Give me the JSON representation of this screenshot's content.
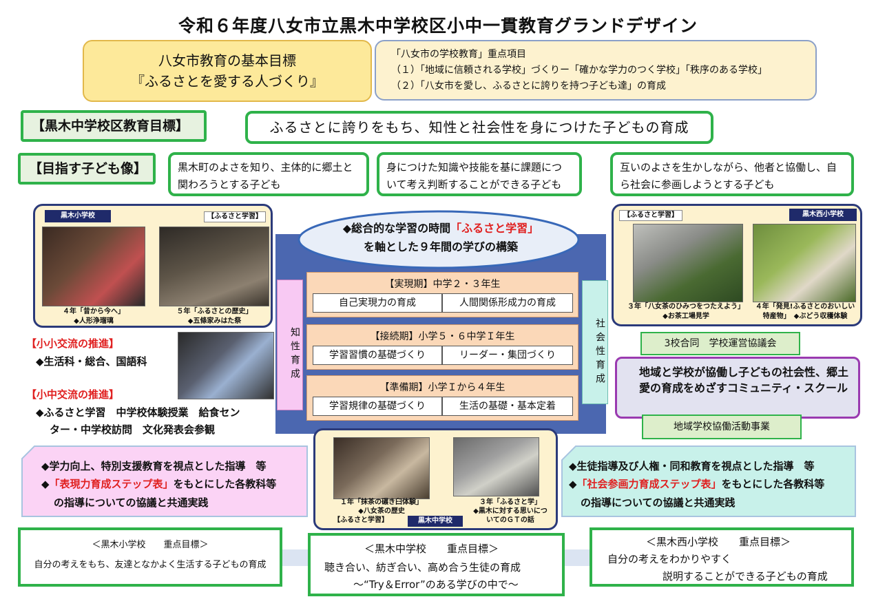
{
  "title": "令和６年度八女市立黒木中学校区小中一貫教育グランドデザイン",
  "city_goal": {
    "line1": "八女市教育の基本目標",
    "line2": "『ふるさとを愛する人づくり』"
  },
  "city_priority": {
    "heading": "「八女市の学校教育」重点項目",
    "item1": "（１）「地域に信頼される学校」づくりー「確かな学力のつく学校」「秩序のある学校」",
    "item2": "（２）「八女市を愛し、ふるさとに誇りを持つ子ども達」の育成"
  },
  "school_goal": {
    "label": "【黒木中学校区教育目標】",
    "text": "ふるさとに誇りをもち、知性と社会性を身につけた子どもの育成"
  },
  "child_image": {
    "label": "【目指す子ども像】",
    "items": [
      "黒木町のよさを知り、主体的に郷土と関わろうとする子ども",
      "身につけた知識や技能を基に課題について考え判断することができる子ども",
      "互いのよさを生かしながら、他者と協働し、自ら社会に参画しようとする子ども"
    ]
  },
  "kuroki_elem": {
    "school": "黒木小学校",
    "tag": "【ふるさと学習】",
    "cap1_a": "４年「昔から今へ」",
    "cap1_b": "◆人形浄瑠璃",
    "cap2_a": "５年「ふるさとの歴史」",
    "cap2_b": "◆五條家みはた祭"
  },
  "kuroki_west": {
    "school": "黒木西小学校",
    "tag": "【ふるさと学習】",
    "cap1_a": "３年「八女茶のひみつをつたえよう」",
    "cap1_b": "◆お茶工場見学",
    "cap2_a": "４年「発見!ふるさとのおいしい",
    "cap2_b": "特産物」　◆ぶどう収穫体験"
  },
  "center": {
    "oval1_a": "◆総合的な学習の時間",
    "oval1_b": "「ふるさと学習」",
    "oval2": "を軸とした９年間の学びの構築",
    "left_vertical": "知性育成",
    "right_vertical": "社会性育成"
  },
  "stages": [
    {
      "head": "【実現期】中学２・３年生",
      "left": "自己実現力の育成",
      "right": "人間関係形成力の育成"
    },
    {
      "head": "【接続期】小学５・６中学Ｉ年生",
      "left": "学習習慣の基礎づくり",
      "right": "リーダー・集団づくり"
    },
    {
      "head": "【準備期】小学Ｉから４年生",
      "left": "学習規律の基礎づくり",
      "right": "生活の基礎・基本定着"
    }
  ],
  "exchange": {
    "shosho_title": "【小小交流の推進】",
    "shosho_text": "◆生活科・総合、国語科",
    "shochu_title": "【小中交流の推進】",
    "shochu_text1": "◆ふるさと学習　中学校体験授業　給食セン",
    "shochu_text2": "ター・中学校訪問　文化発表会参観"
  },
  "right_panel": {
    "council": "3校合同　学校運営協議会",
    "community": "地域と学校が協働し子どもの社会性、郷土愛の育成をめざすコミュニティ・スクール",
    "activity": "地域学校協働活動事業"
  },
  "pink_box": {
    "line1": "◆学力向上、特別支援教育を視点とした指導　等",
    "line2_a": "◆",
    "line2_red": "「表現力育成ステップ表」",
    "line2_b": "をもとにした各教科等",
    "line3": "の指導についての協議と共通実践"
  },
  "teal_box": {
    "line1": "◆生徒指導及び人権・同和教育を視点とした指導　等",
    "line2_a": "◆",
    "line2_red": "「社会参画力育成ステップ表」",
    "line2_b": "をもとにした各教科等",
    "line3": "の指導についての協議と共通実践"
  },
  "kuroki_jh": {
    "school": "黒木中学校",
    "cap1_a": "１年「抹茶の碾き臼体験」",
    "cap1_b": "◆八女茶の歴史",
    "cap1_c": "【ふるさと学習】",
    "cap2_a": "３年「ふるさと学」",
    "cap2_b": "◆黒木に対する思いにつ",
    "cap2_c": "いてのＧＴの話"
  },
  "bottom": {
    "elem_title": "＜黒木小学校　　重点目標＞",
    "elem_text": "自分の考えをもち、友達となかよく生活する子どもの育成",
    "jh_title": "＜黒木中学校　　重点目標＞",
    "jh_text": "聴き合い、紡ぎ合い、高め合う生徒の育成",
    "jh_sub": "～“Try＆Error”のある学びの中で～",
    "west_title": "＜黒木西小学校　　重点目標＞",
    "west_text1": "自分の考えをわかりやすく",
    "west_text2": "説明することができる子どもの育成"
  }
}
